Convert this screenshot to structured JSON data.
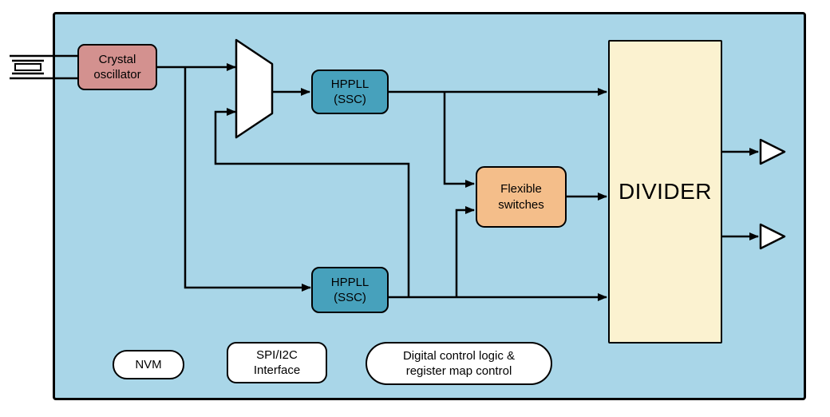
{
  "colors": {
    "chip-fill": "#A9D6E8",
    "crystal-fill": "#D3918F",
    "pll-fill": "#47A1BC",
    "switches-fill": "#F4BE8A",
    "divider-fill": "#FBF2D0",
    "io-fill": "#FFFFFF",
    "line-color": "#000000"
  },
  "blocks": {
    "crystal_oscillator": "Crystal\noscillator",
    "hppll_top": "HPPLL\n(SSC)",
    "hppll_bottom": "HPPLL\n(SSC)",
    "flexible_switches": "Flexible\nswitches",
    "divider": "DIVIDER",
    "nvm": "NVM",
    "spi_i2c_interface": "SPI/I2C\nInterface",
    "digital_control": "Digital control logic &\nregister map control"
  },
  "icons": {
    "crystal": "crystal-symbol-icon",
    "mux": "clock-mux-trapezoid",
    "output_buffer": "output-buffer-triangle"
  }
}
